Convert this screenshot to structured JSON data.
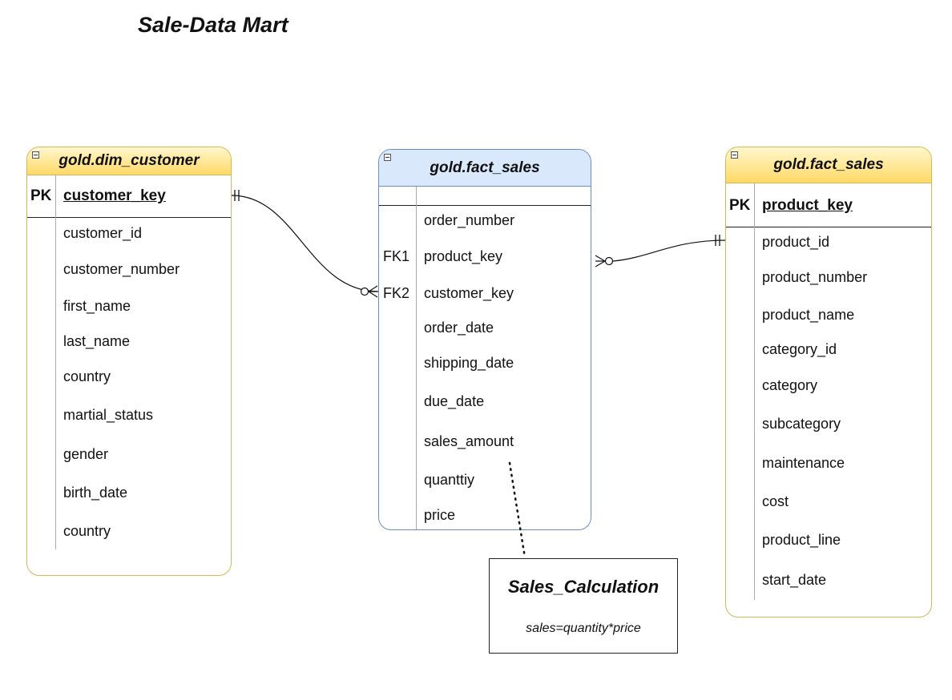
{
  "title": "Sale-Data Mart",
  "customer_table": {
    "header": "gold.dim_customer",
    "pk_label": "PK",
    "pk_field": "customer_key",
    "fields": [
      "customer_id",
      "customer_number",
      "first_name",
      "last_name",
      "country",
      "martial_status",
      "gender",
      "birth_date",
      "country"
    ]
  },
  "fact_table": {
    "header": "gold.fact_sales",
    "fields": [
      "order_number",
      "product_key",
      "customer_key",
      "order_date",
      "shipping_date",
      "due_date",
      "sales_amount",
      "quanttiy",
      "price"
    ],
    "fk_labels": [
      "FK1",
      "FK2"
    ]
  },
  "product_table": {
    "header": "gold.fact_sales",
    "pk_label": "PK",
    "pk_field": "product_key",
    "fields": [
      "product_id",
      "product_number",
      "product_name",
      "category_id",
      "category",
      "subcategory",
      "maintenance",
      "cost",
      "product_line",
      "start_date"
    ]
  },
  "note": {
    "title": "Sales_Calculation",
    "formula": "sales=quantity*price"
  },
  "colors": {
    "yellow_border": "#d6b656",
    "yellow_fill": "#ffd966",
    "blue_border": "#6c8ebf",
    "blue_fill": "#dae8fc"
  }
}
